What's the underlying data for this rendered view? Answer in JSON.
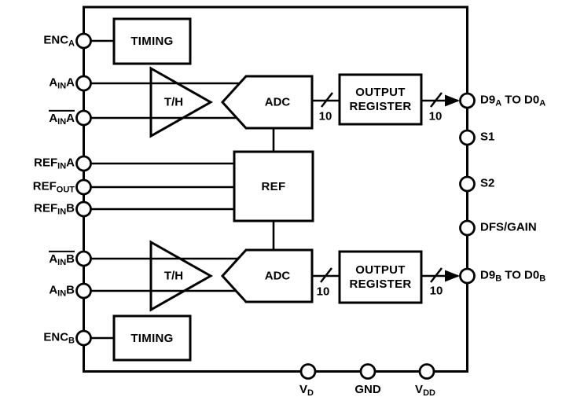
{
  "blocks": {
    "timing_a": "TIMING",
    "timing_b": "TIMING",
    "th_a": "T/H",
    "th_b": "T/H",
    "adc_a": "ADC",
    "adc_b": "ADC",
    "ref": "REF",
    "output_register_a": {
      "line1": "OUTPUT",
      "line2": "REGISTER"
    },
    "output_register_b": {
      "line1": "OUTPUT",
      "line2": "REGISTER"
    }
  },
  "pins": {
    "left": [
      {
        "base": "ENC",
        "sub": "A",
        "tail": ""
      },
      {
        "base": "A",
        "sub": "IN",
        "tail": "A"
      },
      {
        "base": "A",
        "sub": "IN",
        "tail": "A",
        "overline": true
      },
      {
        "base": "REF",
        "sub": "IN",
        "tail": "A"
      },
      {
        "base": "REF",
        "sub": "OUT",
        "tail": ""
      },
      {
        "base": "REF",
        "sub": "IN",
        "tail": "B"
      },
      {
        "base": "A",
        "sub": "IN",
        "tail": "B",
        "overline": true
      },
      {
        "base": "A",
        "sub": "IN",
        "tail": "B"
      },
      {
        "base": "ENC",
        "sub": "B",
        "tail": ""
      }
    ],
    "right": [
      {
        "base": "D9",
        "sub": "A",
        "mid": " TO D0",
        "sub2": "A"
      },
      {
        "base": "S1"
      },
      {
        "base": "S2"
      },
      {
        "base": "DFS/GAIN"
      },
      {
        "base": "D9",
        "sub": "B",
        "mid": " TO D0",
        "sub2": "B"
      }
    ],
    "bottom": [
      {
        "base": "V",
        "sub": "D"
      },
      {
        "base": "GND",
        "sub": ""
      },
      {
        "base": "V",
        "sub": "DD"
      }
    ]
  },
  "bus": {
    "labels": [
      "10",
      "10",
      "10",
      "10"
    ]
  },
  "colors": {
    "line": "#000000",
    "background": "#ffffff"
  }
}
